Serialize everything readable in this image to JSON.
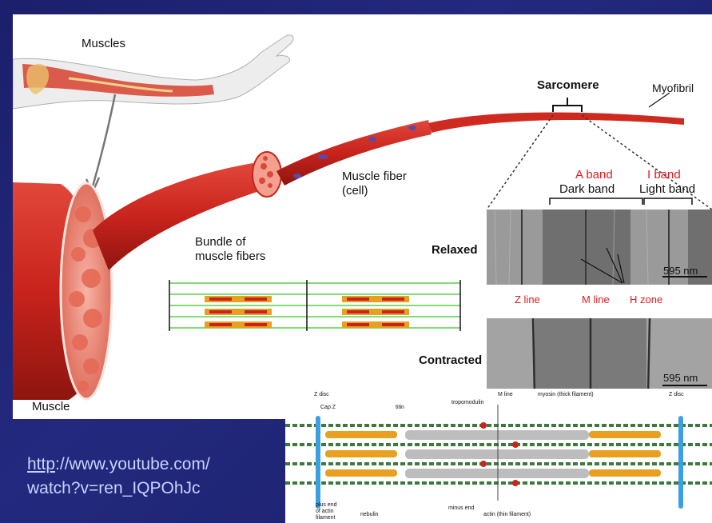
{
  "labels": {
    "muscles": "Muscles",
    "sarcomere": "Sarcomere",
    "myofibril": "Myofibril",
    "muscle_fiber": "Muscle fiber",
    "cell": "(cell)",
    "a_band": "A band",
    "i_band": "I band",
    "dark_band": "Dark band",
    "light_band": "Light band",
    "bundle_line1": "Bundle of",
    "bundle_line2": "muscle fibers",
    "relaxed": "Relaxed",
    "contracted": "Contracted",
    "z_line": "Z line",
    "m_line": "M line",
    "h_zone": "H zone",
    "scale_relaxed": "595 nm",
    "scale_contracted": "595 nm",
    "muscle": "Muscle"
  },
  "link": {
    "prefix": "http",
    "line1_rest": "://www.youtube.com/",
    "line2": "watch?v=ren_IQPOhJc"
  },
  "molecular": {
    "z_disc_left": "Z disc",
    "cap_z": "Cap Z",
    "titin": "titin",
    "tropomodulin": "tropomodulin",
    "m_line": "M line",
    "myosin": "myosin (thick filament)",
    "z_disc_right": "Z disc",
    "plus_end1": "plus end",
    "plus_end2": "of actin",
    "plus_end3": "filament",
    "nebulin": "nebulin",
    "minus_end": "minus end",
    "actin": "actin (thin filament)"
  },
  "colors": {
    "background": "#1f2472",
    "muscle_red": "#c8231c",
    "label_red": "#e0191b",
    "link_text": "#c9d3ff",
    "z_disc_blue": "#3aa0e0",
    "actin_green": "#3c7a3c",
    "titin_orange": "#e8a020"
  }
}
